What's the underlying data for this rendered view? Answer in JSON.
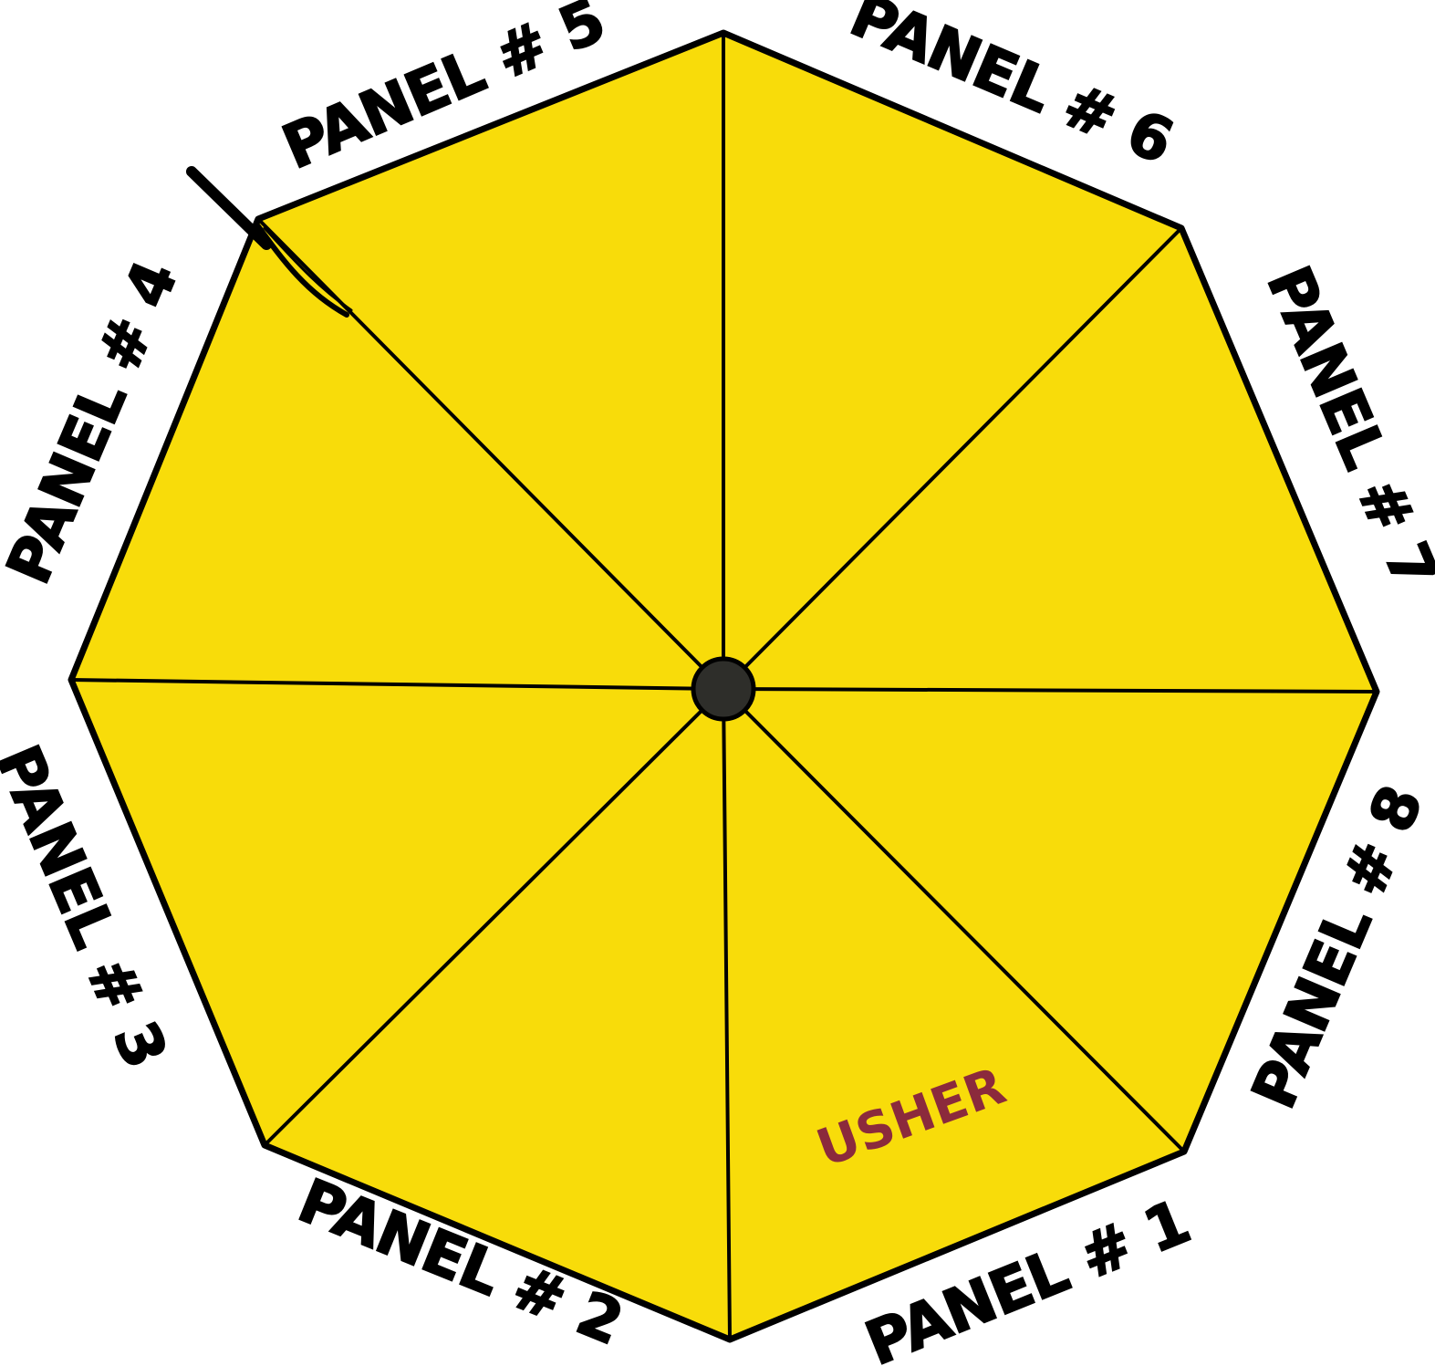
{
  "diagram": {
    "panels": [
      {
        "id": 1,
        "label": "PANEL # 1"
      },
      {
        "id": 2,
        "label": "PANEL # 2"
      },
      {
        "id": 3,
        "label": "PANEL # 3"
      },
      {
        "id": 4,
        "label": "PANEL # 4"
      },
      {
        "id": 5,
        "label": "PANEL # 5"
      },
      {
        "id": 6,
        "label": "PANEL # 6"
      },
      {
        "id": 7,
        "label": "PANEL # 7"
      },
      {
        "id": 8,
        "label": "PANEL # 8"
      }
    ],
    "brand_text": "USHER",
    "colors": {
      "canopy": "#F8DC0A",
      "outline": "#000000",
      "hub": "#2E2E2A",
      "brand": "#8B2A3C"
    },
    "icons": {
      "hub": "center-hub-icon",
      "strap": "closure-strap-icon"
    }
  }
}
